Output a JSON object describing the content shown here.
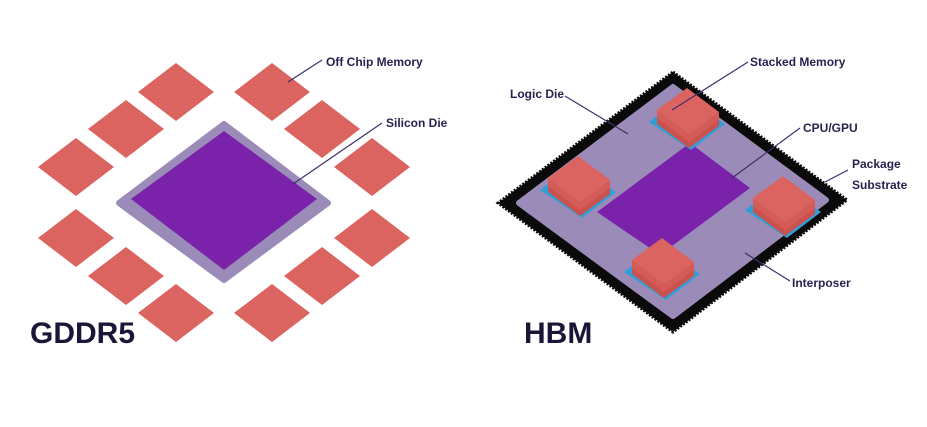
{
  "gddr5": {
    "title": "GDDR5",
    "labels": {
      "off_chip_memory": "Off Chip Memory",
      "silicon_die": "Silicon Die"
    }
  },
  "hbm": {
    "title": "HBM",
    "labels": {
      "stacked_memory": "Stacked Memory",
      "logic_die": "Logic Die",
      "cpu_gpu": "CPU/GPU",
      "package_line1": "Package",
      "package_line2": "Substrate",
      "interposer": "Interposer"
    }
  },
  "colors": {
    "memory": "#dc6460",
    "die": "#7b22ab",
    "interposer": "#9b8bb8",
    "logic_die": "#2f9fd8",
    "substrate": "#0a0a0a"
  }
}
